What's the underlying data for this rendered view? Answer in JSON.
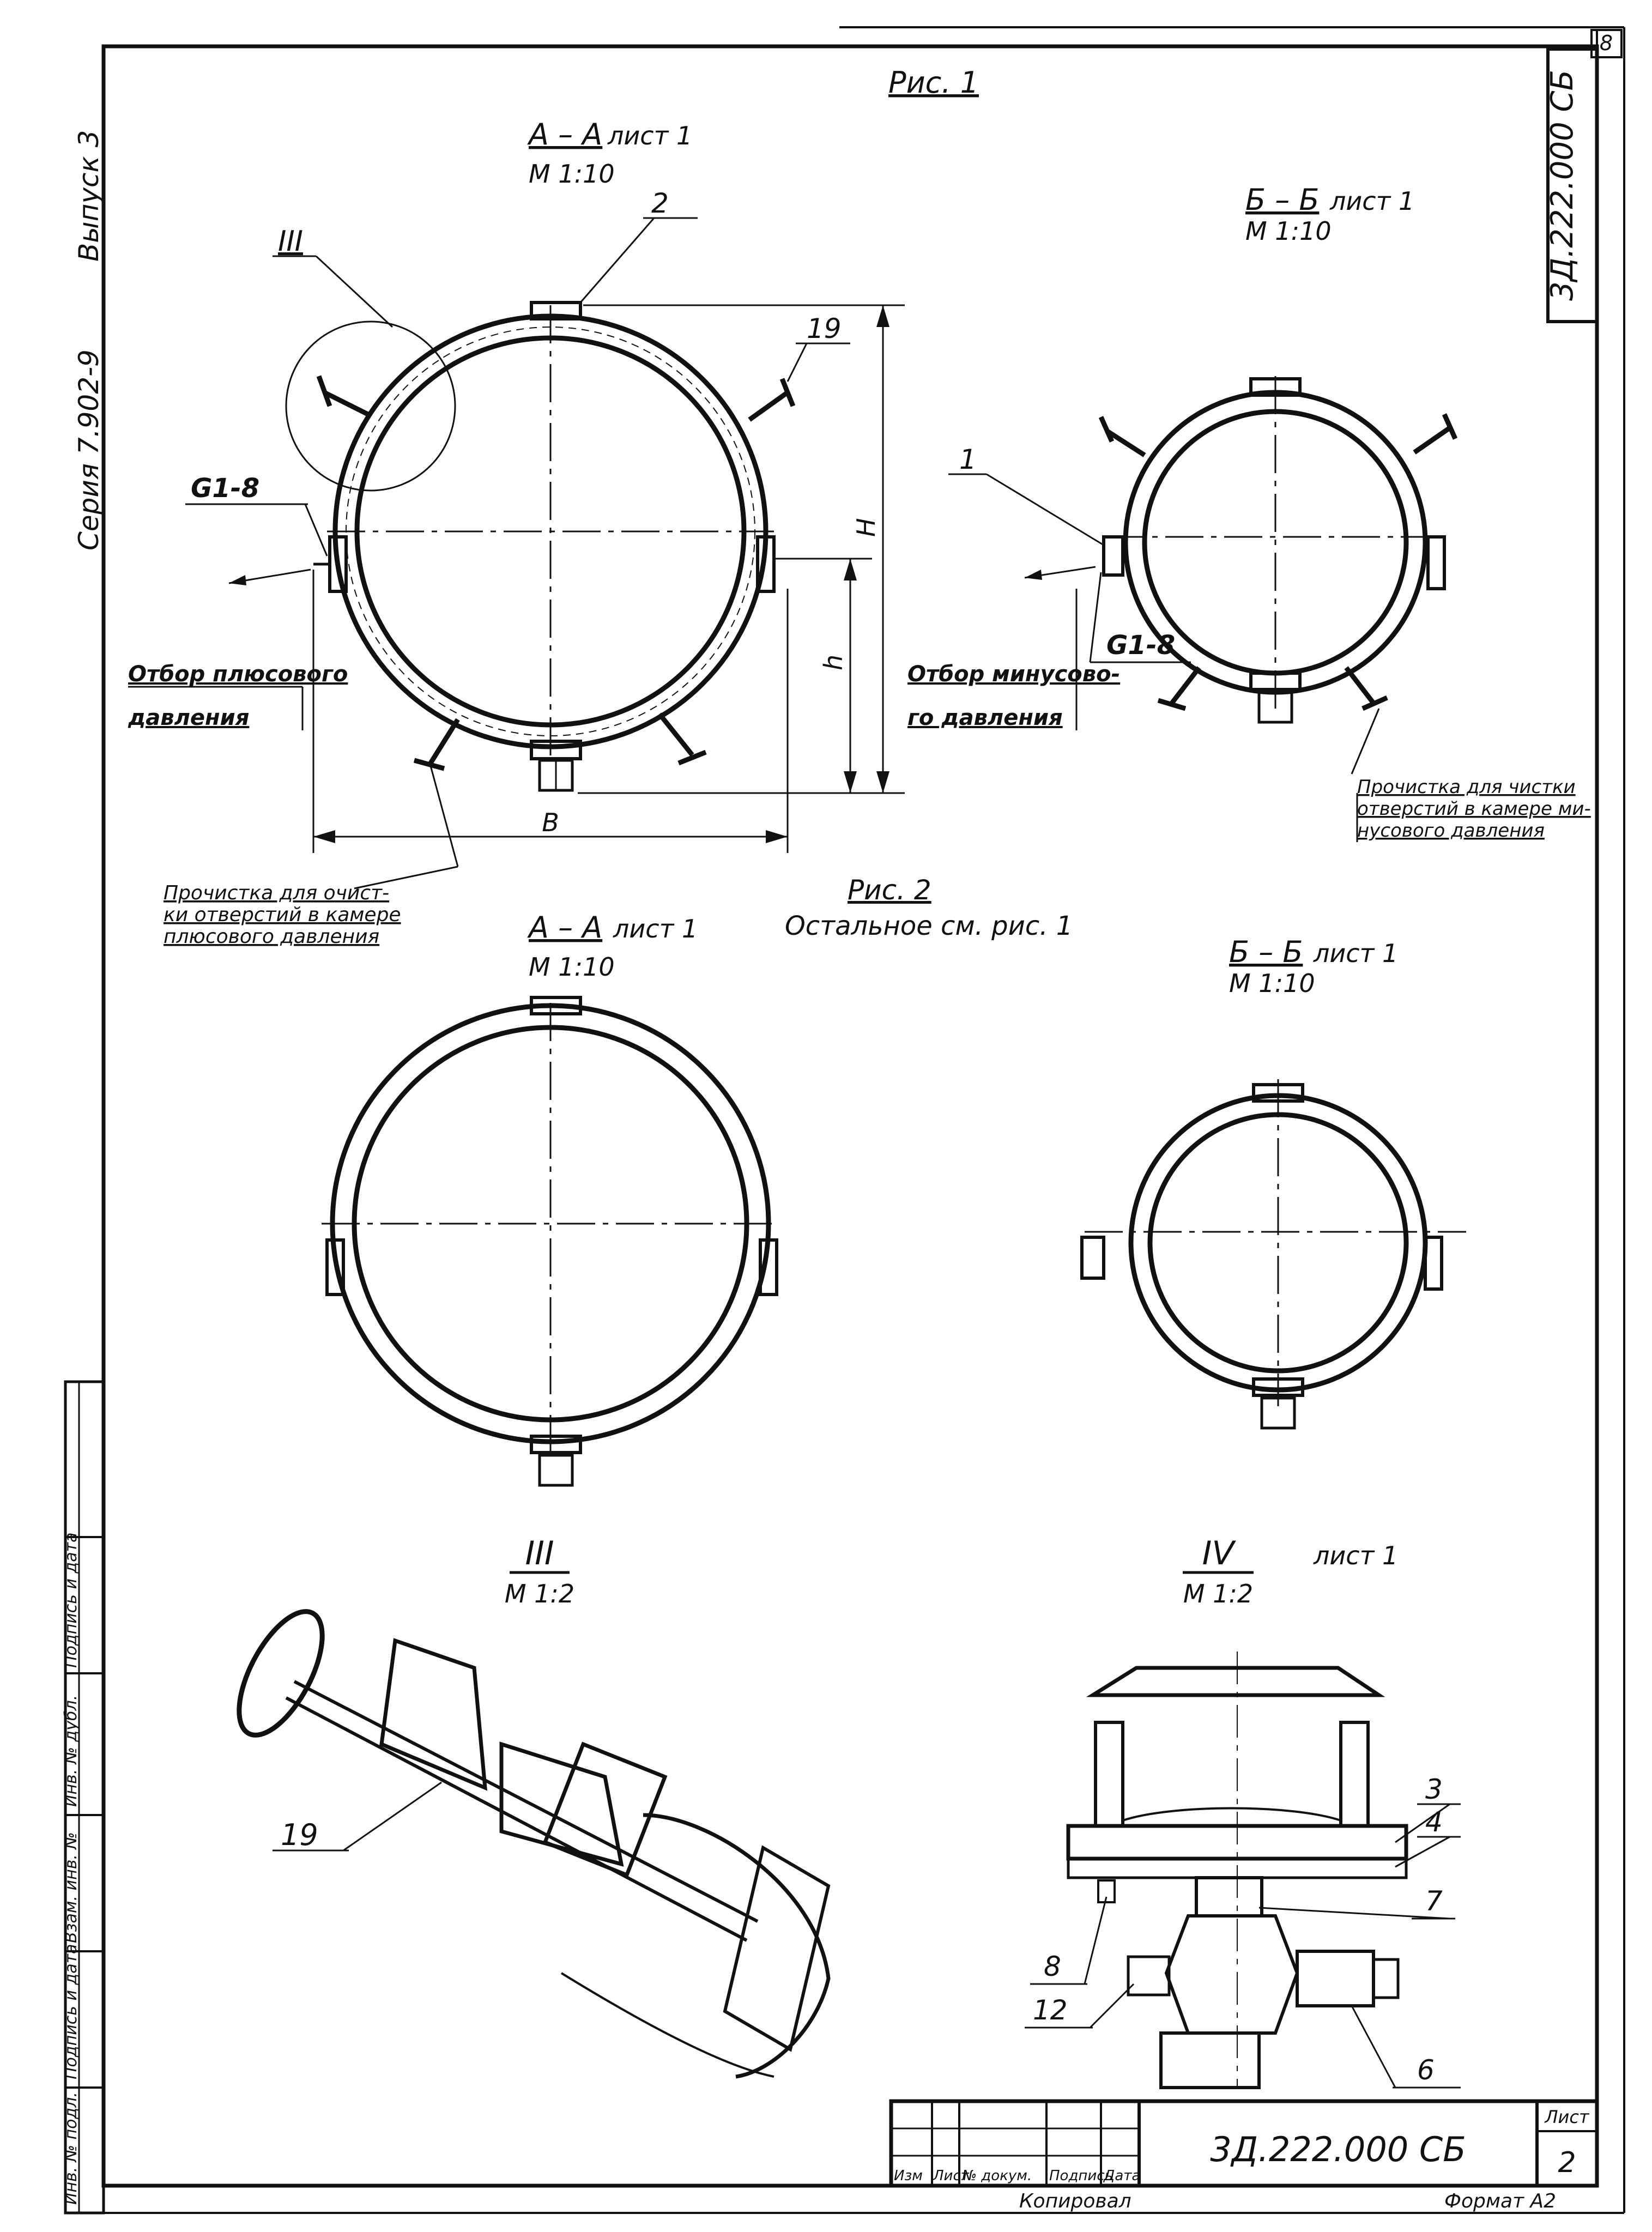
{
  "drawing": {
    "code": "3Д.222.000 СБ",
    "series": "Серия 7.902-9",
    "issue": "Выпуск 3",
    "corner_mark": "8",
    "sheet_label": "Лист",
    "sheet_number": "2",
    "copied_by": "Копировал",
    "format": "Формат А2"
  },
  "figure1": {
    "title": "Рис. 1",
    "view_aa": {
      "title": "А – А",
      "sheet": "лист 1",
      "scale": "М 1:10"
    },
    "view_bb": {
      "title": "Б – Б",
      "sheet": "лист 1",
      "scale": "М 1:10"
    },
    "positions": {
      "p2": "2",
      "p19": "19",
      "p1": "1",
      "detail3": "III"
    },
    "weld_aa": "G1-8",
    "weld_bb": "G1-8",
    "dims": {
      "H": "H",
      "h": "h",
      "B": "B"
    },
    "plus_tap": [
      "Отбор плюсового",
      "давления"
    ],
    "minus_tap": [
      "Отбор минусово-",
      "го давления"
    ],
    "clean_plus": [
      "Прочистка для очист-",
      "ки отверстий в камере",
      "плюсового давления"
    ],
    "clean_minus": [
      "Прочистка для чистки",
      "отверстий в камере ми-",
      "нусового давления"
    ]
  },
  "figure2": {
    "title": "Рис. 2",
    "note": "Остальное см. рис. 1",
    "view_aa": {
      "title": "А – А",
      "sheet": "лист 1",
      "scale": "М 1:10"
    },
    "view_bb": {
      "title": "Б – Б",
      "sheet": "лист 1",
      "scale": "М 1:10"
    }
  },
  "detail3": {
    "title": "III",
    "scale": "М 1:2",
    "pos": "19"
  },
  "detail4": {
    "title": "IV",
    "sheet": "лист 1",
    "scale": "М 1:2",
    "positions": [
      "3",
      "4",
      "7",
      "8",
      "12",
      "6"
    ]
  },
  "title_block": {
    "cols": [
      "Изм",
      "Лист",
      "№ докум.",
      "Подпись",
      "Дата"
    ]
  },
  "side_stamp": [
    "Инв. № подл.",
    "Подпись и дата",
    "Взам. инв. №",
    "Инв. № дубл.",
    "Подпись и дата"
  ]
}
